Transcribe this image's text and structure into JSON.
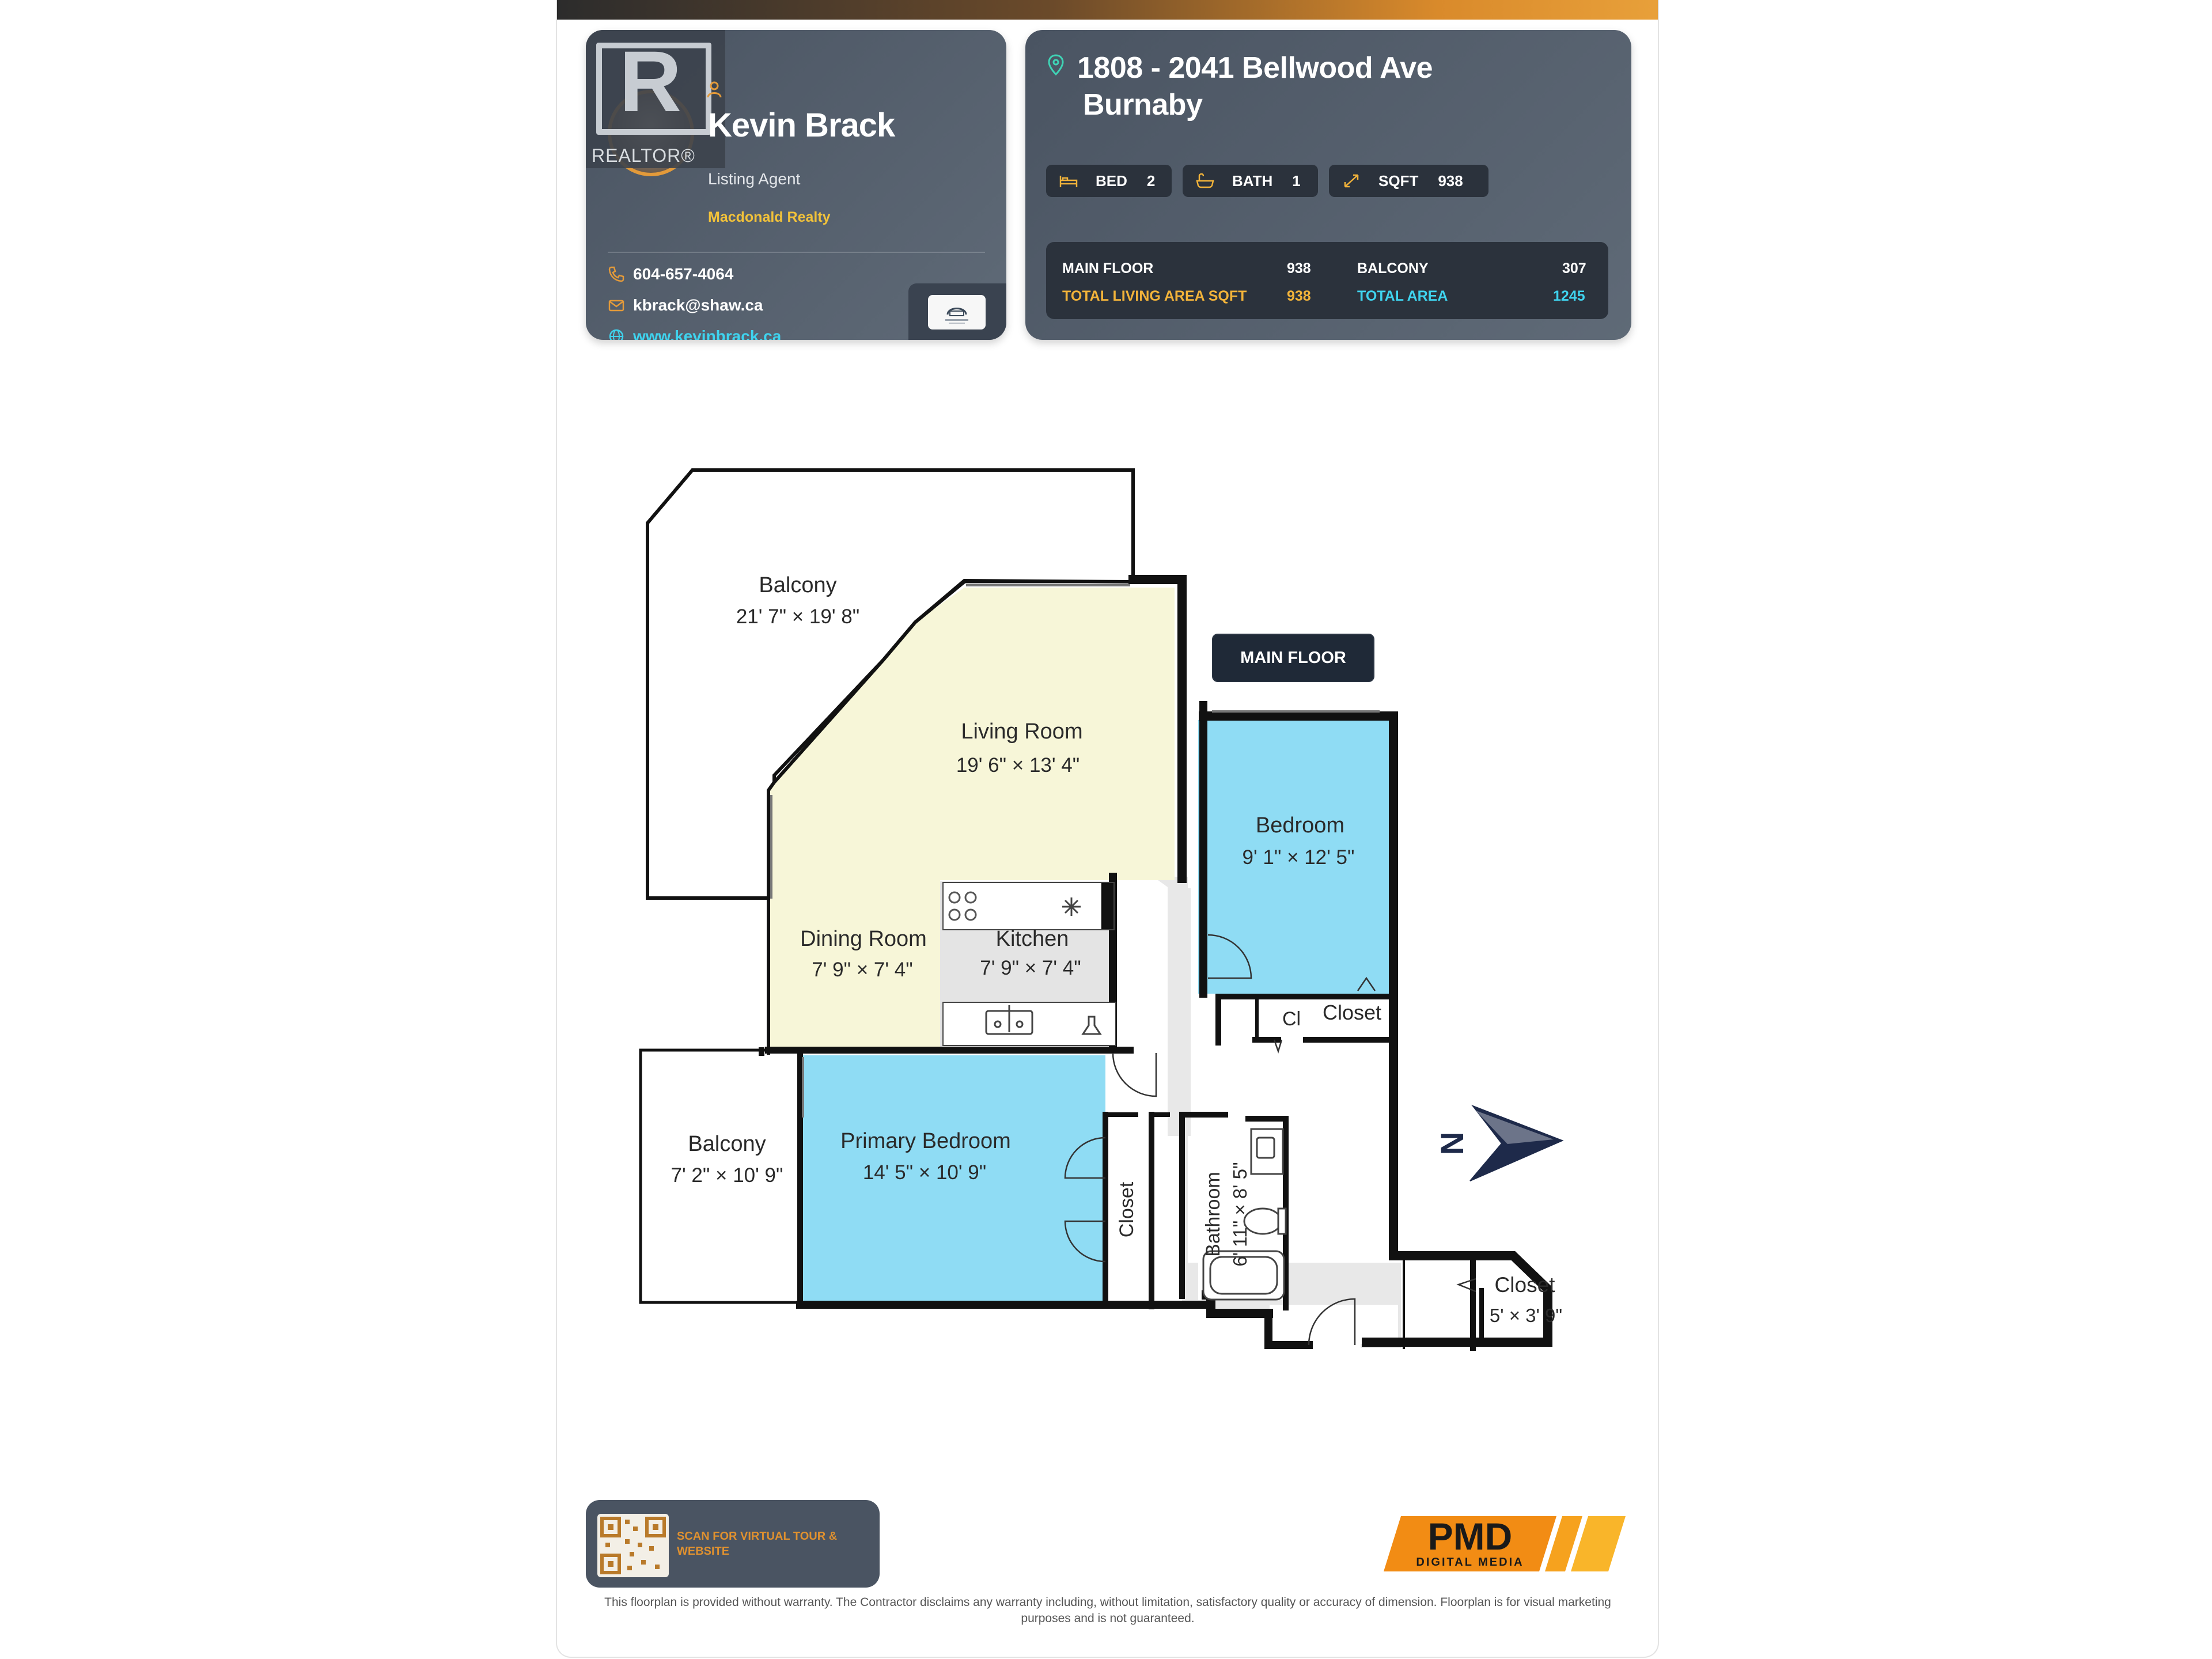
{
  "agent": {
    "name": "Kevin Brack",
    "role": "Listing Agent",
    "company": "Macdonald Realty",
    "phone": "604-657-4064",
    "email": "kbrack@shaw.ca",
    "website": "www.kevinbrack.ca",
    "realtor_logo_text": "REALTOR®"
  },
  "property": {
    "address_line1": "1808 - 2041 Bellwood Ave",
    "address_line2": "Burnaby",
    "stats": [
      {
        "label": "BED",
        "value": "2"
      },
      {
        "label": "BATH",
        "value": "1"
      },
      {
        "label": "SQFT",
        "value": "938"
      }
    ],
    "areas": {
      "main_floor_label": "MAIN FLOOR",
      "main_floor_value": "938",
      "balcony_label": "BALCONY",
      "balcony_value": "307",
      "total_living_label": "TOTAL LIVING AREA SQFT",
      "total_living_value": "938",
      "total_area_label": "TOTAL AREA",
      "total_area_value": "1245"
    }
  },
  "floorplan": {
    "floor_label": "MAIN FLOOR",
    "compass": "N",
    "rooms": [
      {
        "name": "Balcony",
        "dims": "21' 7\" × 19' 8\""
      },
      {
        "name": "Living Room",
        "dims": "19' 6\" × 13' 4\""
      },
      {
        "name": "Bedroom",
        "dims": "9' 1\" × 12' 5\""
      },
      {
        "name": "Dining Room",
        "dims": "7' 9\" × 7' 4\""
      },
      {
        "name": "Kitchen",
        "dims": "7' 9\" × 7' 4\""
      },
      {
        "name": "Cl",
        "dims": ""
      },
      {
        "name": "Closet",
        "dims": ""
      },
      {
        "name": "Balcony",
        "dims": "7' 2\" × 10' 9\""
      },
      {
        "name": "Primary Bedroom",
        "dims": "14' 5\" × 10' 9\""
      },
      {
        "name": "Closet",
        "dims": ""
      },
      {
        "name": "Bathroom",
        "dims": "6' 11\" × 8' 5\""
      },
      {
        "name": "Closet",
        "dims": "5' × 3' 9\""
      }
    ]
  },
  "footer": {
    "qr_text": "SCAN FOR VIRTUAL TOUR & WEBSITE",
    "brand": "PMD",
    "brand_sub": "DIGITAL MEDIA",
    "disclaimer": "This floorplan is provided without warranty. The Contractor disclaims any warranty including, without limitation, satisfactory quality or accuracy of dimension. Floorplan is for visual marketing purposes and is not guaranteed."
  },
  "colors": {
    "card_bg": "#525c69",
    "accent_orange": "#e39a3a",
    "accent_yellow": "#f2b33a",
    "accent_cyan": "#3fd3ee",
    "living_fill": "#f7f6d8",
    "bedroom_fill": "#8fdcf4",
    "hall_fill": "#e8e8e8"
  }
}
